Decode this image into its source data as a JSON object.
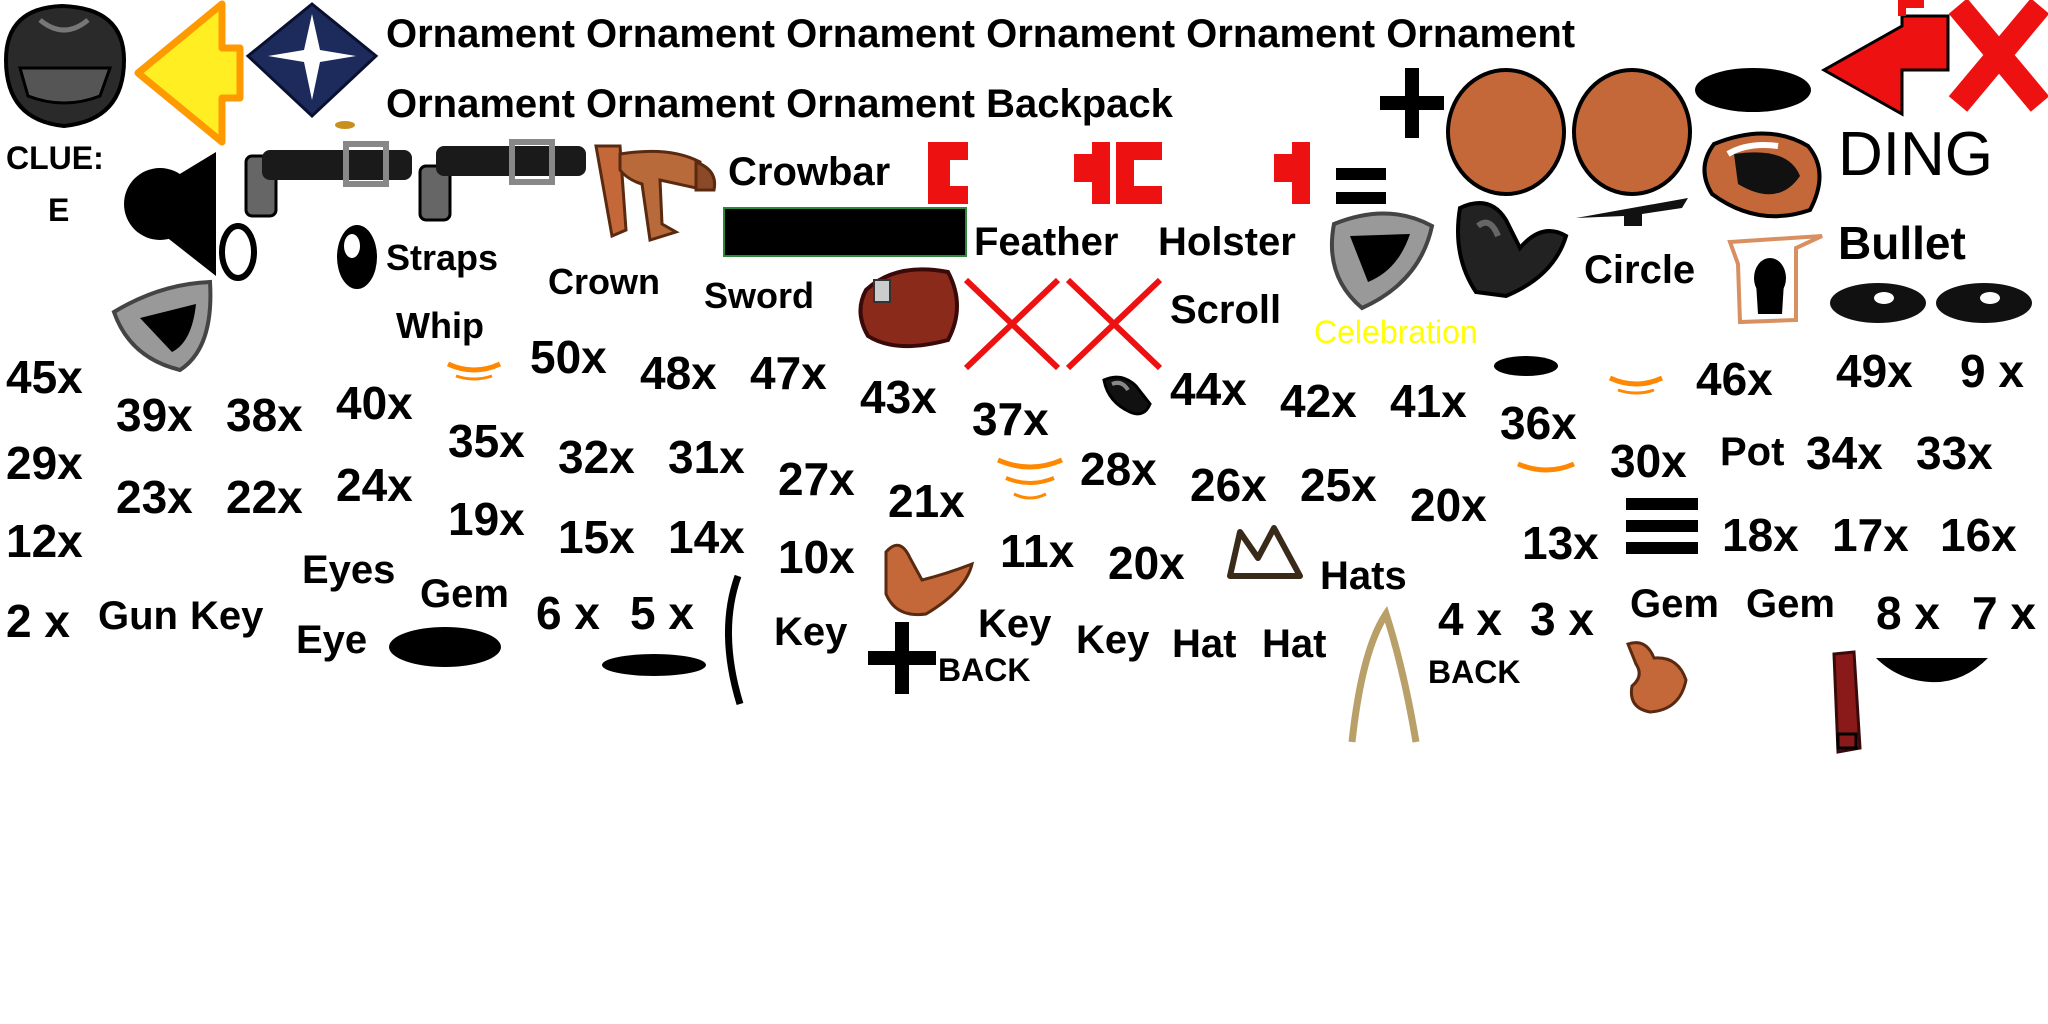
{
  "ornament_rows": {
    "row1": "Ornament Ornament Ornament Ornament Ornament Ornament",
    "row2": "Ornament Ornament Ornament Backpack"
  },
  "clue": {
    "label": "CLUE:",
    "value": "E"
  },
  "tools": {
    "crowbar": "Crowbar",
    "feather": "Feather",
    "holster": "Holster",
    "straps": "Straps",
    "crown": "Crown",
    "sword": "Sword",
    "whip": "Whip",
    "scroll": "Scroll",
    "circle": "Circle",
    "bullet": "Bullet",
    "pot": "Pot",
    "hats": "Hats"
  },
  "celebration": {
    "label": "Celebration",
    "color": "#ffff00"
  },
  "ding": "DING",
  "counts": {
    "c45": "45x",
    "c39": "39x",
    "c38": "38x",
    "c40": "40x",
    "c50": "50x",
    "c48": "48x",
    "c47": "47x",
    "c43": "43x",
    "c37": "37x",
    "c44": "44x",
    "c42": "42x",
    "c41": "41x",
    "c36": "36x",
    "c46": "46x",
    "c49": "49x",
    "c9": "9 x",
    "c29": "29x",
    "c23": "23x",
    "c22": "22x",
    "c24": "24x",
    "c35": "35x",
    "c32": "32x",
    "c31": "31x",
    "c27": "27x",
    "c21": "21x",
    "c28": "28x",
    "c26": "26x",
    "c25": "25x",
    "c20a": "20x",
    "c30": "30x",
    "c34": "34x",
    "c33": "33x",
    "c12": "12x",
    "c19": "19x",
    "c15": "15x",
    "c14": "14x",
    "c10": "10x",
    "c11": "11x",
    "c20b": "20x",
    "c13": "13x",
    "c18": "18x",
    "c17": "17x",
    "c16": "16x",
    "c2": "2 x",
    "c6": "6 x",
    "c5": "5 x",
    "c4": "4 x",
    "c3": "3 x",
    "c8": "8 x",
    "c7": "7 x"
  },
  "bottom_labels": {
    "gun": "Gun",
    "key1": "Key",
    "eyes": "Eyes",
    "gem1": "Gem",
    "eye": "Eye",
    "key2": "Key",
    "key3": "Key",
    "key4": "Key",
    "hat1": "Hat",
    "hat2": "Hat",
    "back1": "BACK",
    "back2": "BACK",
    "gem2": "Gem",
    "gem3": "Gem"
  },
  "colors": {
    "red": "#ee1111",
    "yellow": "#ffee22",
    "orange": "#ff8800",
    "brown": "#c4683a",
    "navy": "#1d2a5c"
  },
  "icons": [
    "helmet-icon",
    "yellow-arrow-icon",
    "star-badge-icon",
    "red-back-arrow-icon",
    "red-x-icon",
    "plus-icon",
    "speaker-icon",
    "belt-icon",
    "pipe-icon",
    "bracket-icons",
    "equals-icon",
    "coconut-icon",
    "black-ellipse-icon",
    "shell-icon",
    "glove-icon",
    "backpack-icon",
    "fabric-icon",
    "boots-icon",
    "crown-outline-icon",
    "triple-bar-icon",
    "strap-icon"
  ]
}
